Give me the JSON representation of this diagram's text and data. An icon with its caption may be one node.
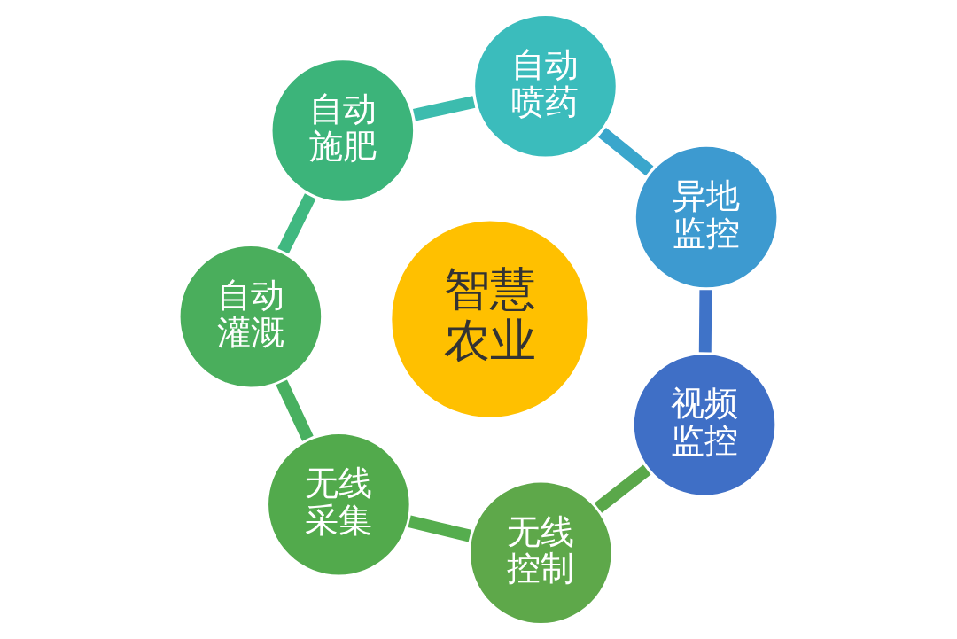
{
  "diagram": {
    "nodes": [
      {
        "text": [
          "智慧农业"
        ]
      },
      {
        "text": [
          "视频监控"
        ]
      },
      {
        "text": [
          "异地监控"
        ]
      },
      {
        "text": [
          "自动喷药"
        ]
      },
      {
        "text": [
          "自动施肥"
        ]
      },
      {
        "text": [
          "自动灌溉"
        ]
      },
      {
        "text": [
          "无线采集"
        ]
      },
      {
        "text": [
          "无线控制"
        ]
      }
    ],
    "edges": [
      {
        "from": 1,
        "to": 2,
        "arrow": "none",
        "color": "#3f73c8"
      },
      {
        "from": 2,
        "to": 3,
        "arrow": "none",
        "color": "#3aa6cc"
      },
      {
        "from": 3,
        "to": 4,
        "arrow": "none",
        "color": "#3cbcae"
      },
      {
        "from": 4,
        "to": 5,
        "arrow": "none",
        "color": "#40b880"
      },
      {
        "from": 5,
        "to": 6,
        "arrow": "none",
        "color": "#48b060"
      },
      {
        "from": 6,
        "to": 7,
        "arrow": "none",
        "color": "#55ad4e"
      },
      {
        "from": 7,
        "to": 1,
        "arrow": "none",
        "color": "#5aa84a"
      }
    ]
  }
}
